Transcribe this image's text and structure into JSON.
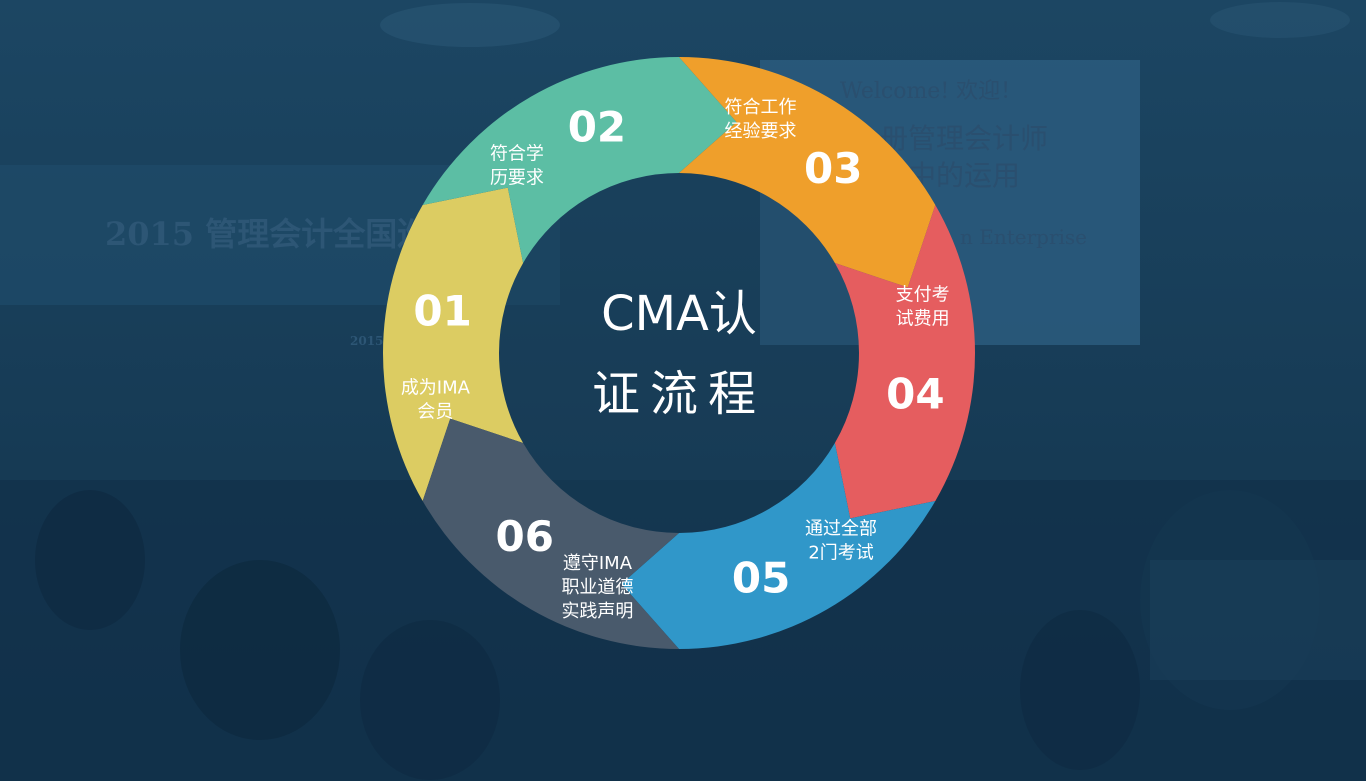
{
  "background": {
    "screen_welcome": "Welcome!  欢迎！",
    "screen_line1": "册管理会计师",
    "screen_line2": "业中的运用",
    "screen_line3": "n Enterprise",
    "banner": "2015 管理会计全国巡",
    "side_text": "2015"
  },
  "diagram": {
    "center_title_line1": "CMA认",
    "center_title_line2": "证流程",
    "steps": [
      {
        "number": "01",
        "label_lines": [
          "成为IMA",
          "会员"
        ],
        "color": "#dccc62"
      },
      {
        "number": "02",
        "label_lines": [
          "符合学",
          "历要求"
        ],
        "color": "#5cbea4"
      },
      {
        "number": "03",
        "label_lines": [
          "符合工作",
          "经验要求"
        ],
        "color": "#ef9f2b"
      },
      {
        "number": "04",
        "label_lines": [
          "支付考",
          "试费用"
        ],
        "color": "#e55d5f"
      },
      {
        "number": "05",
        "label_lines": [
          "通过全部",
          "2门考试"
        ],
        "color": "#3097c9"
      },
      {
        "number": "06",
        "label_lines": [
          "遵守IMA",
          "职业道德",
          "实践声明"
        ],
        "color": "#495a6c"
      }
    ]
  }
}
